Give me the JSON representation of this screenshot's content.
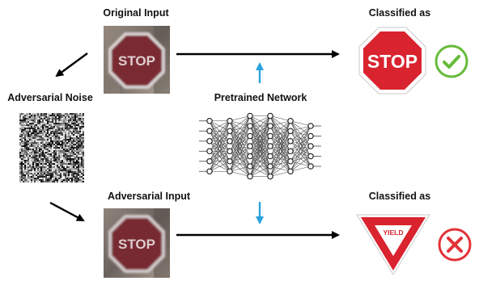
{
  "labels": {
    "original_input": "Original Input",
    "classified_as_top": "Classified as",
    "adversarial_noise": "Adversarial Noise",
    "pretrained_network": "Pretrained Network",
    "adversarial_input": "Adversarial Input",
    "classified_as_bottom": "Classified as"
  },
  "signs": {
    "photo_stop_text": "STOP",
    "stop_sign_text": "STOP",
    "yield_sign_text": "YIELD"
  },
  "icons": {
    "correct": "check-circle-icon",
    "wrong": "x-circle-icon"
  },
  "colors": {
    "stop_red": "#d9232e",
    "check_green": "#66bb3a",
    "wrong_red": "#e33238",
    "arrow_blue": "#29a3e0",
    "photo_red": "#7a2b30"
  }
}
